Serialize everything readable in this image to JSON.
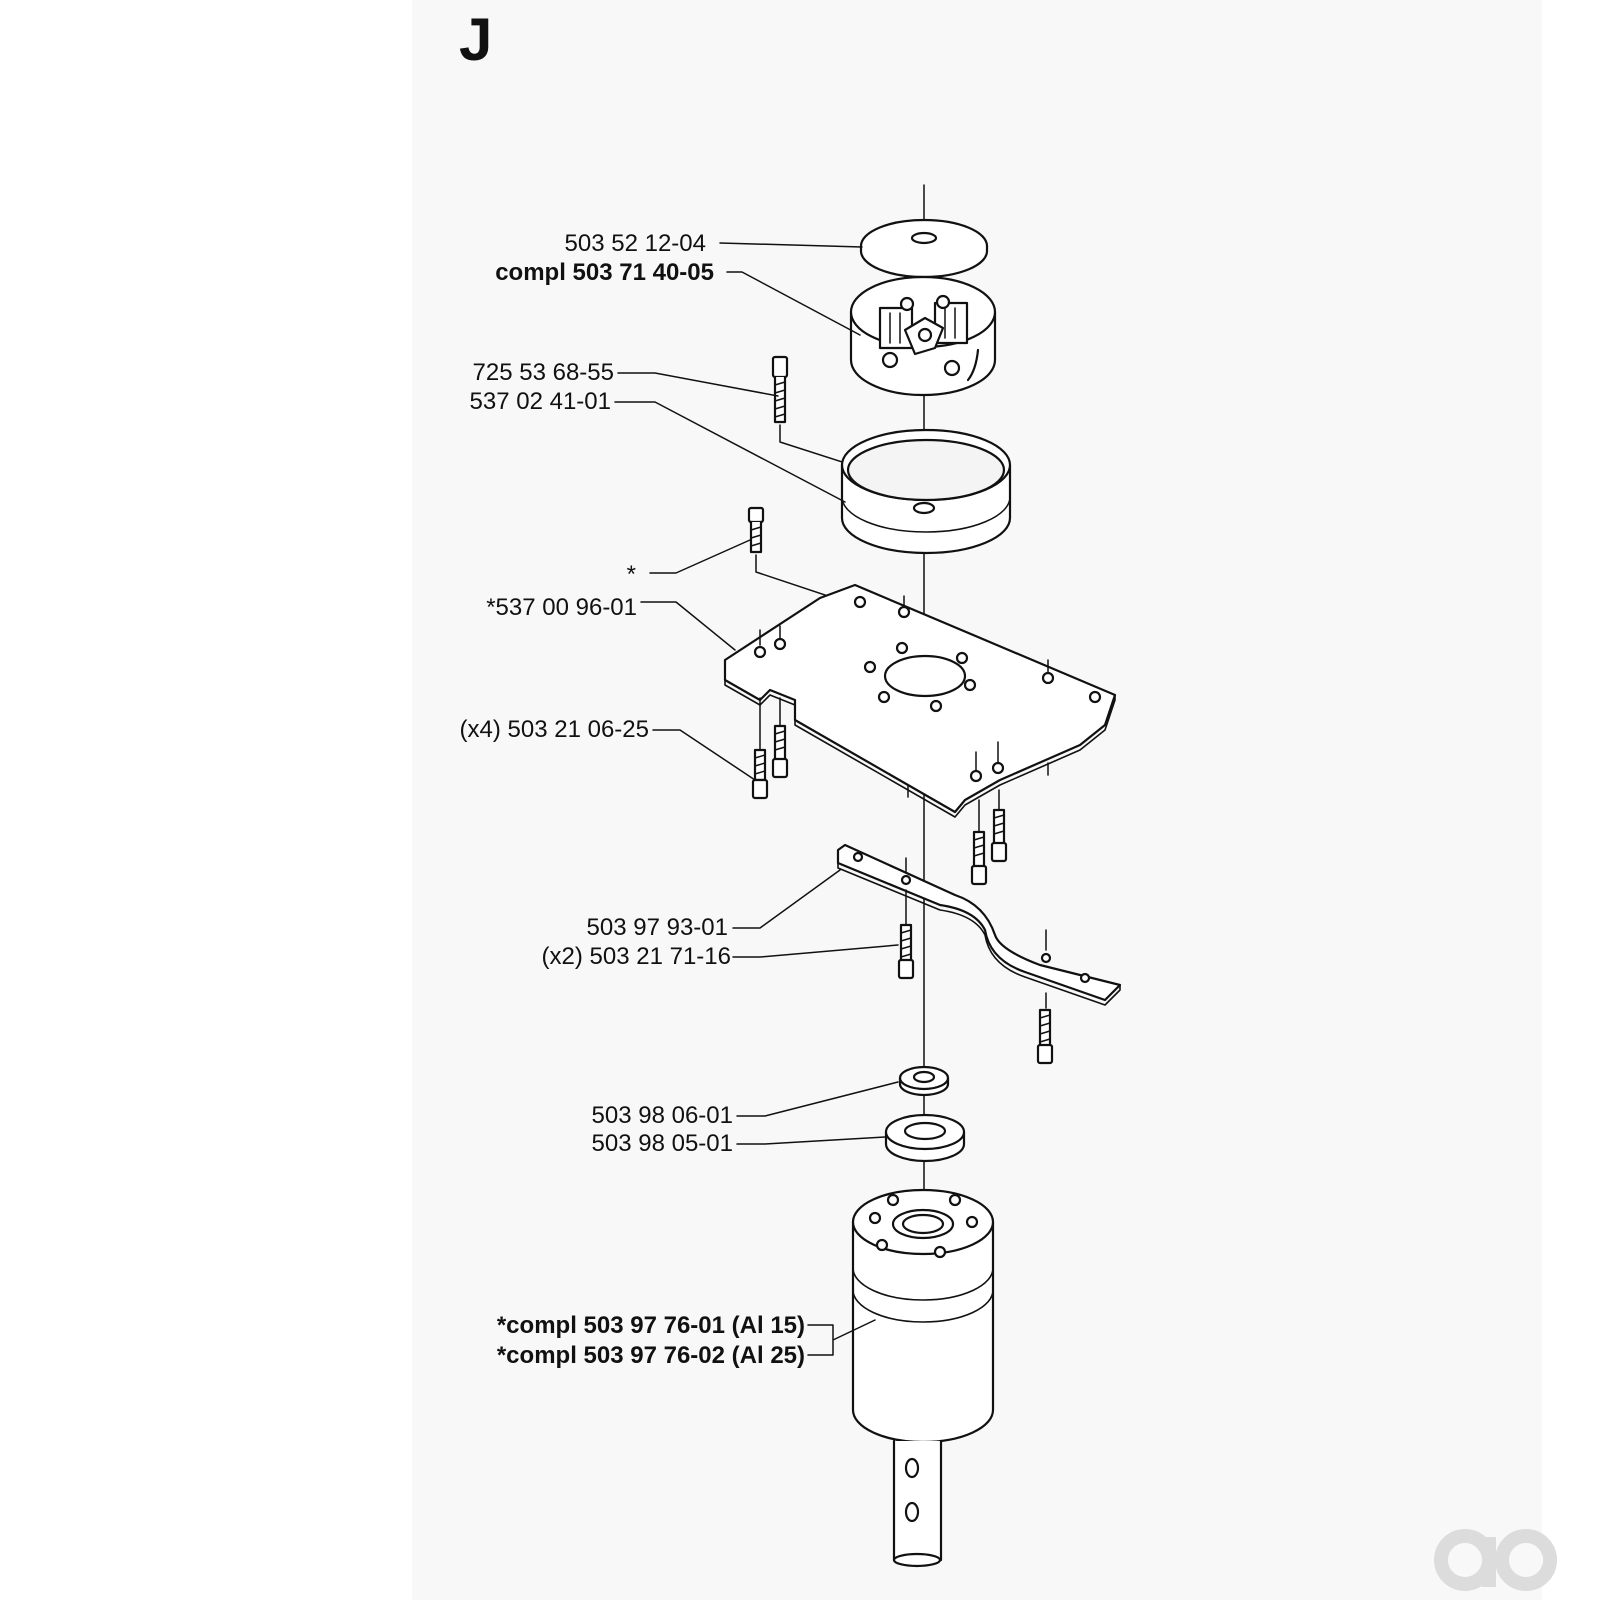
{
  "page": {
    "section_letter": "J"
  },
  "parts": {
    "top_plate": "503 52 12-04",
    "clutch_assembly": "compl 503 71 40-05",
    "cap_screw": "725 53 68-55",
    "clutch_drum": "537 02 41-01",
    "asterisk_screw": "*",
    "mount_plate": "*537 00 96-01",
    "plate_screws": "(x4) 503 21 06-25",
    "bracket": "503 97 93-01",
    "bracket_screws": "(x2) 503 21 71-16",
    "washer_small": "503 98 06-01",
    "washer_large": "503 98 05-01",
    "motor_al15": "*compl 503 97 76-01 (Al 15)",
    "motor_al25": "*compl 503 97 76-02 (Al 25)"
  },
  "logo": {
    "name": "ao-logo"
  }
}
